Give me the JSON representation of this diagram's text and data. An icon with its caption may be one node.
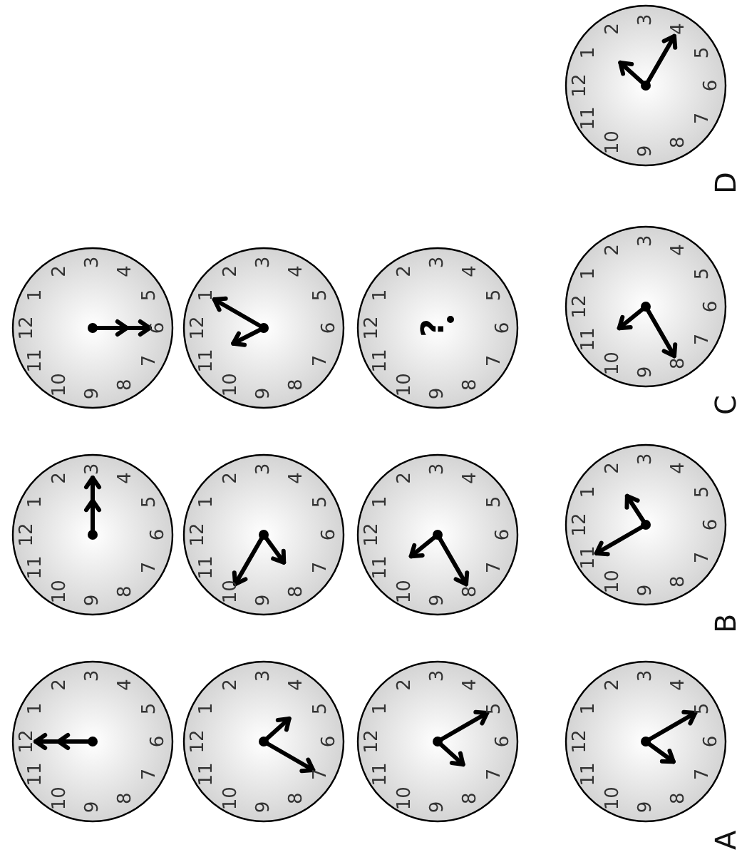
{
  "diagram": {
    "nodes": [
      {
        "text": [
          "12",
          "1",
          "2",
          "3",
          "4",
          "5",
          "6",
          "7",
          "8",
          "9",
          "10",
          "11"
        ]
      },
      {
        "text": [
          "12",
          "1",
          "2",
          "3",
          "4",
          "5",
          "6",
          "7",
          "8",
          "9",
          "10",
          "11"
        ]
      },
      {
        "text": [
          "12",
          "1",
          "2",
          "3",
          "4",
          "5",
          "6",
          "7",
          "8",
          "9",
          "10",
          "11"
        ]
      },
      {
        "text": [
          "12",
          "1",
          "2",
          "3",
          "4",
          "5",
          "6",
          "7",
          "8",
          "9",
          "10",
          "11"
        ]
      },
      {
        "text": [
          "12",
          "1",
          "2",
          "3",
          "4",
          "5",
          "6",
          "7",
          "8",
          "9",
          "10",
          "11"
        ]
      },
      {
        "text": [
          "12",
          "1",
          "2",
          "3",
          "4",
          "5",
          "6",
          "7",
          "8",
          "9",
          "10",
          "11"
        ]
      },
      {
        "text": [
          "12",
          "1",
          "2",
          "3",
          "4",
          "5",
          "6",
          "7",
          "8",
          "9",
          "10",
          "11"
        ]
      },
      {
        "text": [
          "12",
          "1",
          "2",
          "3",
          "4",
          "5",
          "6",
          "7",
          "8",
          "9",
          "10",
          "11"
        ]
      },
      {
        "text": [
          "12",
          "1",
          "2",
          "3",
          "4",
          "5",
          "6",
          "7",
          "8",
          "9",
          "10",
          "11",
          "?"
        ]
      },
      {
        "text": [
          "12",
          "1",
          "2",
          "3",
          "4",
          "5",
          "6",
          "7",
          "8",
          "9",
          "10",
          "11"
        ],
        "beside": [
          "A"
        ]
      },
      {
        "text": [
          "12",
          "1",
          "2",
          "3",
          "4",
          "5",
          "6",
          "7",
          "8",
          "9",
          "10",
          "11"
        ],
        "beside": [
          "B"
        ]
      },
      {
        "text": [
          "12",
          "1",
          "2",
          "3",
          "4",
          "5",
          "6",
          "7",
          "8",
          "9",
          "10",
          "11"
        ],
        "beside": [
          "C"
        ]
      },
      {
        "text": [
          "12",
          "1",
          "2",
          "3",
          "4",
          "5",
          "6",
          "7",
          "8",
          "9",
          "10",
          "11"
        ],
        "beside": [
          "D"
        ]
      }
    ]
  }
}
